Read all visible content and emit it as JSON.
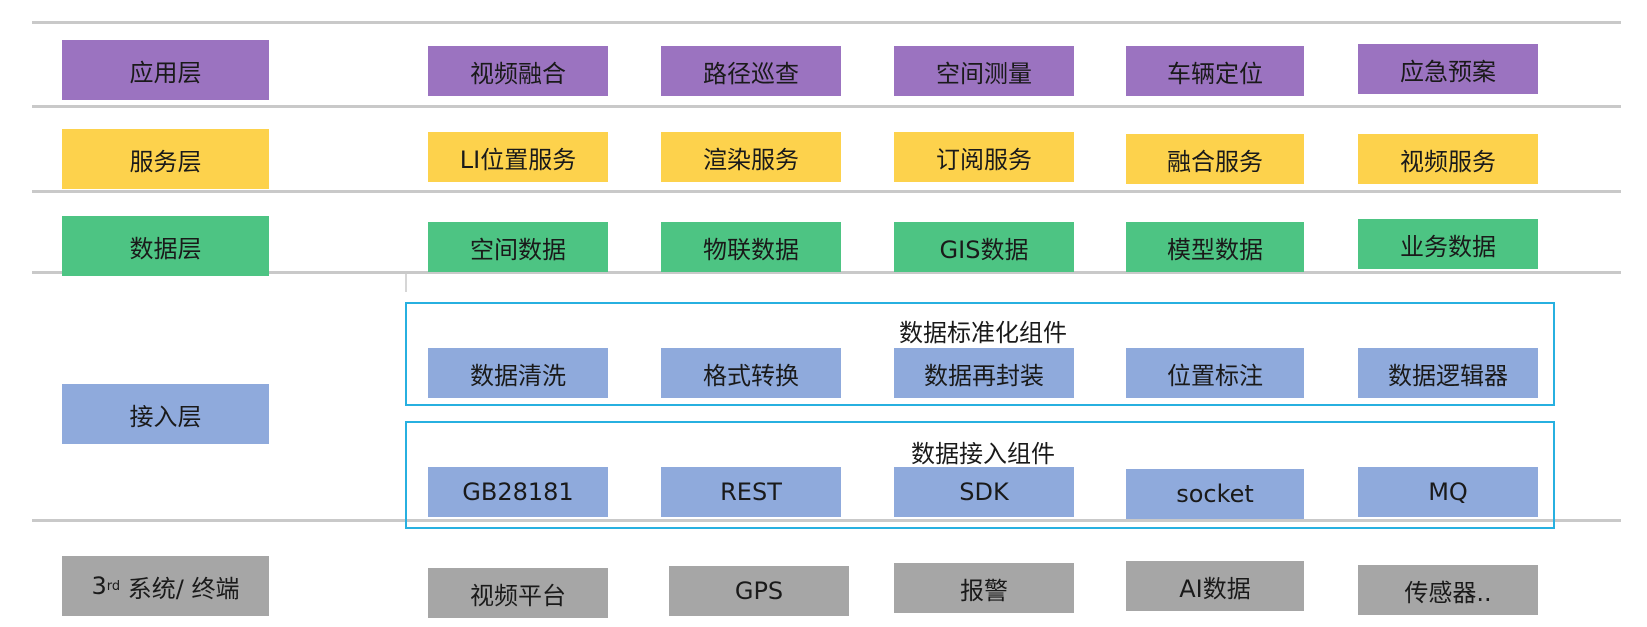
{
  "colors": {
    "application": "#9b73c0",
    "service": "#fdd24c",
    "data": "#4dc483",
    "access": "#8faadc",
    "third_party": "#a6a6a6",
    "group_border": "#27b0e0",
    "divider": "#c9c9c9"
  },
  "layers": {
    "application": {
      "label": "应用层",
      "items": [
        "视频融合",
        "路径巡查",
        "空间测量",
        "车辆定位",
        "应急预案"
      ]
    },
    "service": {
      "label": "服务层",
      "items": [
        "LI位置服务",
        "渲染服务",
        "订阅服务",
        "融合服务",
        "视频服务"
      ]
    },
    "data": {
      "label": "数据层",
      "items": [
        "空间数据",
        "物联数据",
        "GIS数据",
        "模型数据",
        "业务数据"
      ]
    },
    "access": {
      "label": "接入层",
      "standardization": {
        "title": "数据标准化组件",
        "items": [
          "数据清洗",
          "格式转换",
          "数据再封装",
          "位置标注",
          "数据逻辑器"
        ]
      },
      "ingestion": {
        "title": "数据接入组件",
        "items": [
          "GB28181",
          "REST",
          "SDK",
          "socket",
          "MQ"
        ]
      }
    },
    "third_party": {
      "label_prefix": "3",
      "label_sup": "rd",
      "label_rest": " 系统/ 终端",
      "items": [
        "视频平台",
        "GPS",
        "报警",
        "AI数据",
        "传感器.."
      ]
    }
  }
}
